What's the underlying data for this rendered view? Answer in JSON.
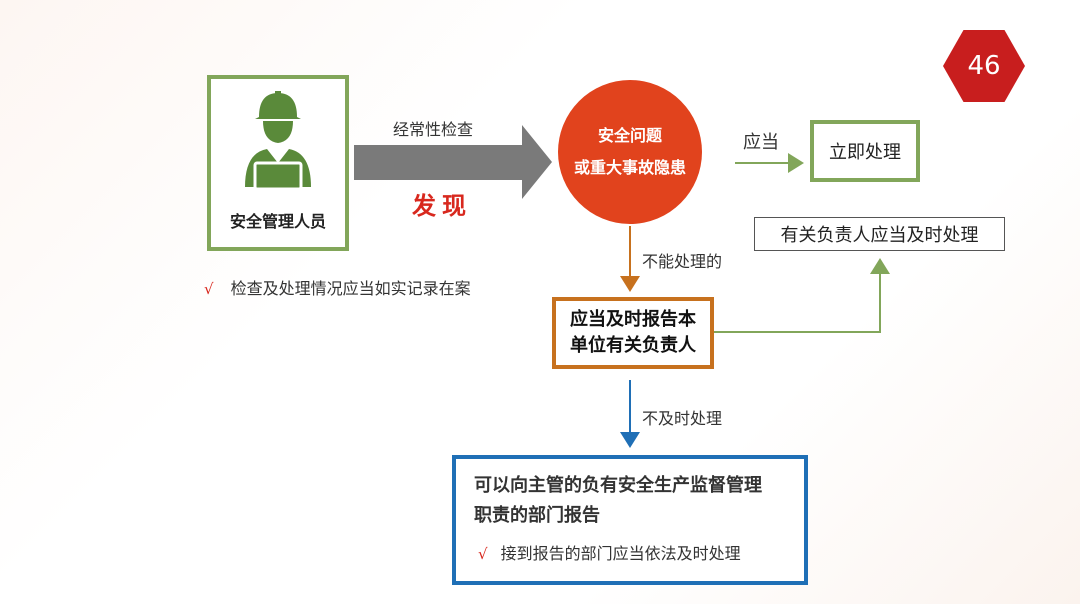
{
  "page_number": "46",
  "manager": {
    "label": "安全管理人员",
    "icon": "worker-with-laptop-icon"
  },
  "arrow_main": {
    "top_label": "经常性检查",
    "bottom_label": "发现"
  },
  "circle": {
    "line1": "安全问题",
    "line2": "或重大事故隐患"
  },
  "should_label": "应当",
  "immediate_box": "立即处理",
  "responsible_box": "有关负责人应当及时处理",
  "cannot_label": "不能处理的",
  "report_box": {
    "line1": "应当及时报告本",
    "line2": "单位有关负责人"
  },
  "not_timely_label": "不及时处理",
  "blue_box": {
    "title_line1": "可以向主管的负有安全生产监督管理",
    "title_line2": "职责的部门报告",
    "note": "接到报告的部门应当依法及时处理"
  },
  "record_note": "检查及处理情况应当如实记录在案",
  "check_mark": "√",
  "colors": {
    "green": "#82a65a",
    "gray_arrow": "#777777",
    "red_circle": "#e1431d",
    "orange": "#c7711e",
    "blue": "#1f6fb6",
    "hex_red": "#c81e1e",
    "discover_red": "#d8281e"
  }
}
